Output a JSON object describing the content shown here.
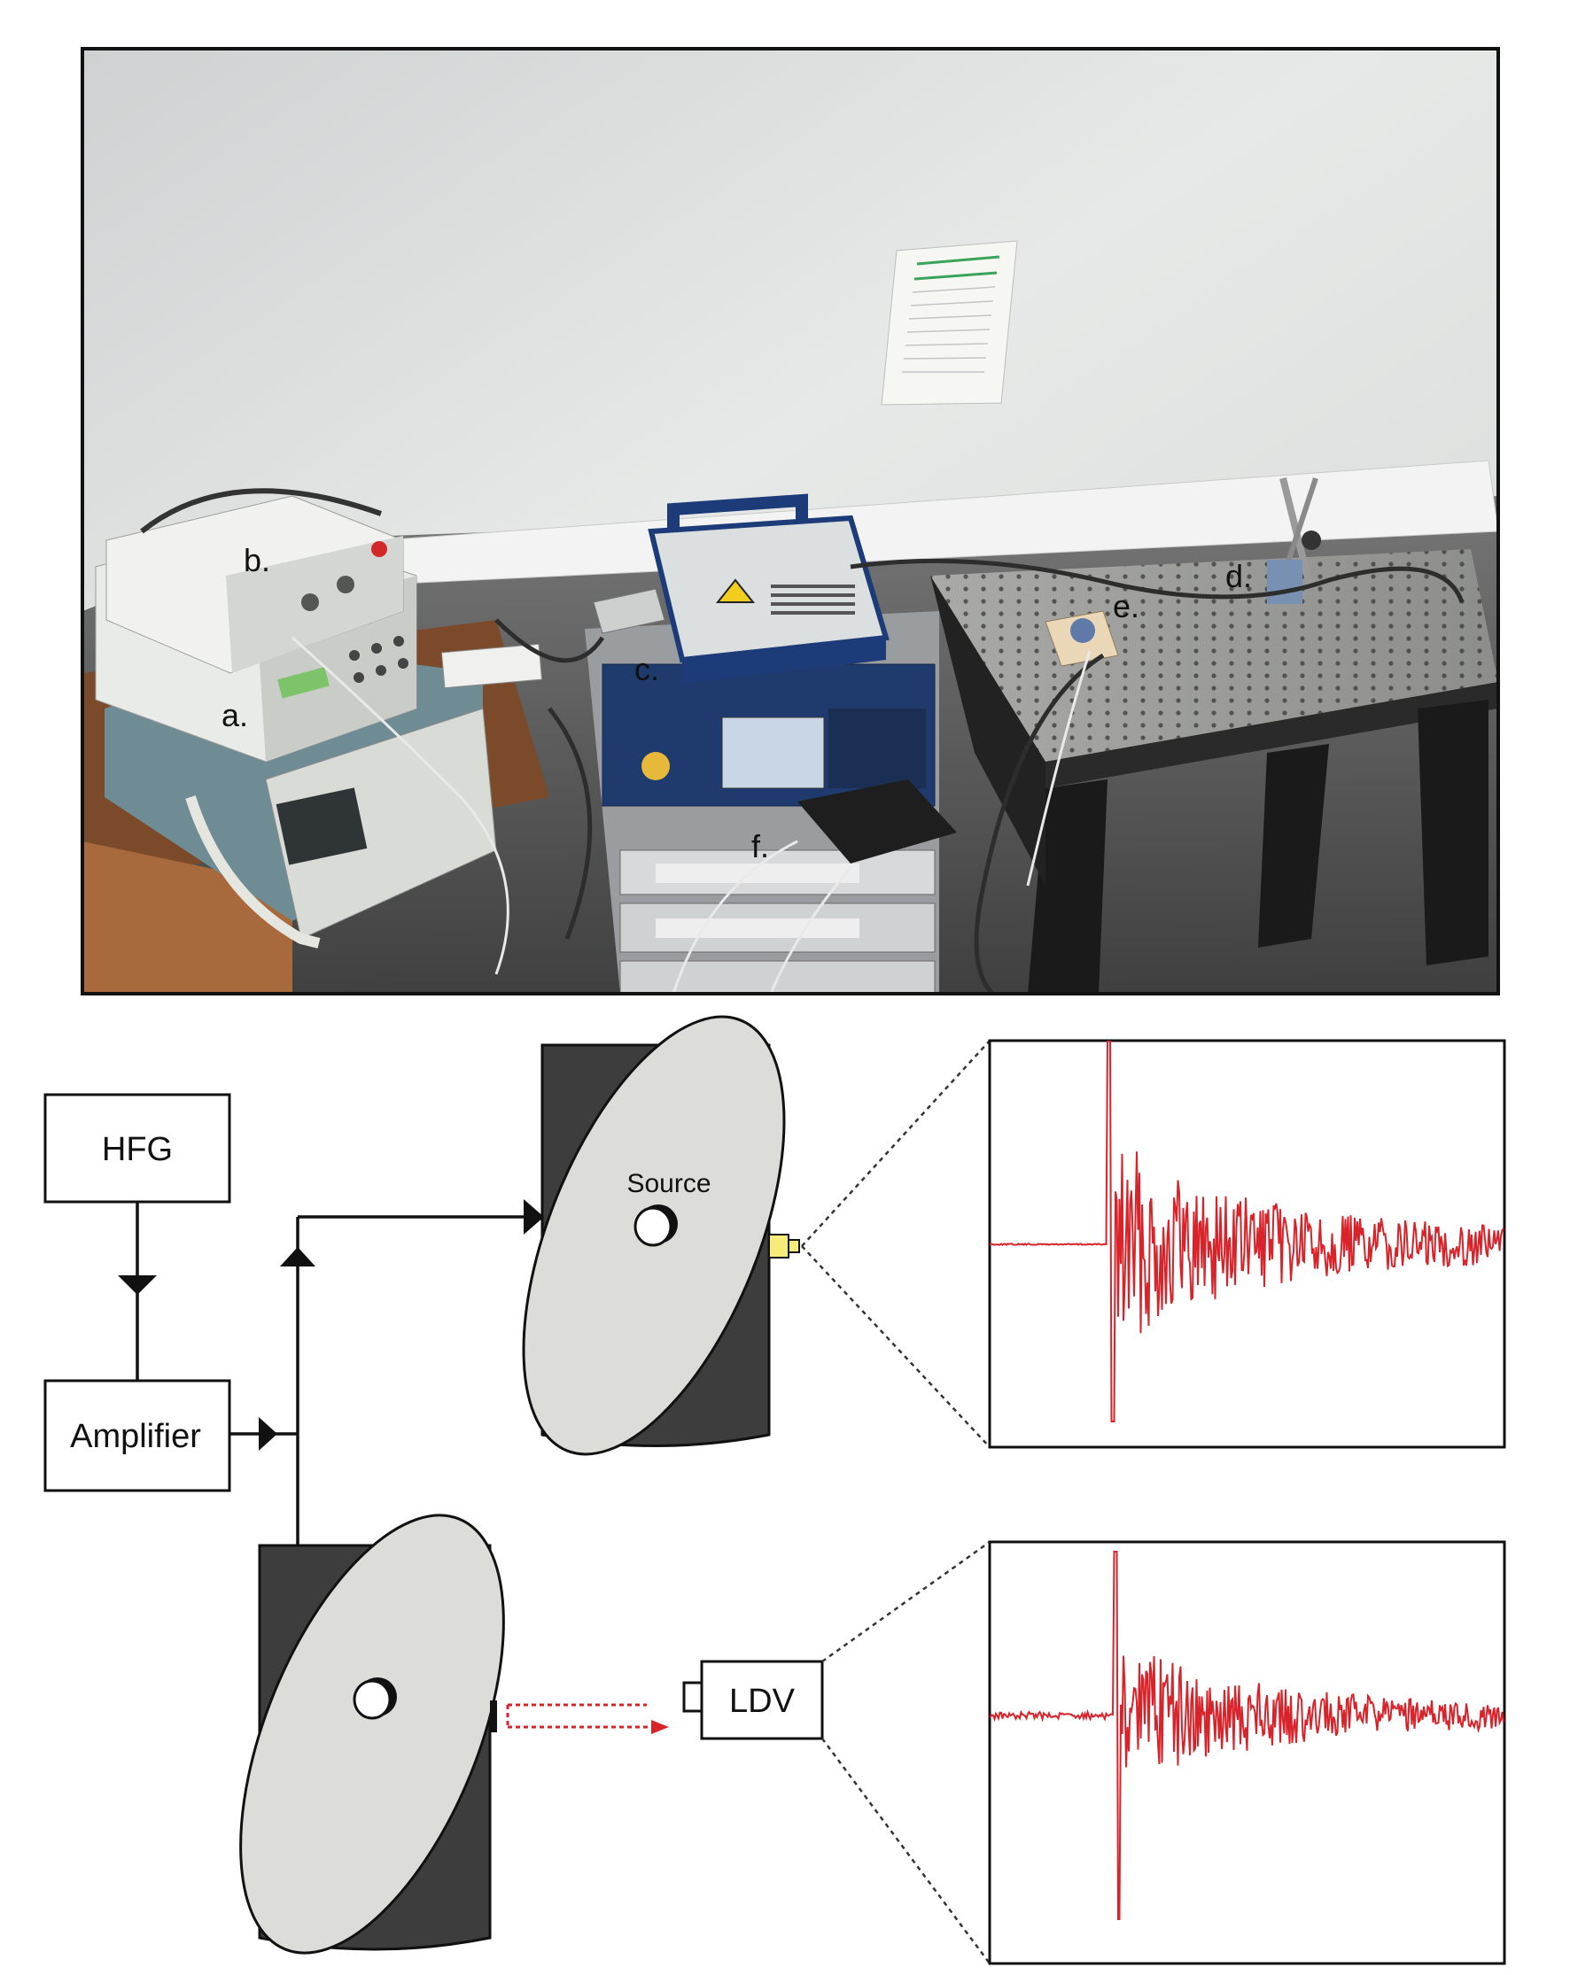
{
  "photo": {
    "labels": [
      {
        "id": "a",
        "text": "a."
      },
      {
        "id": "b",
        "text": "b."
      },
      {
        "id": "c",
        "text": "c."
      },
      {
        "id": "d",
        "text": "d."
      },
      {
        "id": "e",
        "text": "e."
      },
      {
        "id": "f",
        "text": "f."
      }
    ]
  },
  "schematic": {
    "hfg_label": "HFG",
    "amplifier_label": "Amplifier",
    "source_label": "Source",
    "ldv_label": "LDV"
  },
  "colors": {
    "signal_red": "#d9232a",
    "mount_dark": "#3d3d3d",
    "plate_light": "#dcdcd8",
    "sensor_yellow": "#f5ec7a",
    "wall": "#e4e6e5",
    "photo_border": "#111111"
  },
  "signals": [
    {
      "name": "top-signal",
      "pre_trigger_level": 0.0,
      "decay": "exponential-noisy"
    },
    {
      "name": "bottom-signal",
      "pre_trigger_level": 0.0,
      "decay": "exponential-noisy"
    }
  ]
}
